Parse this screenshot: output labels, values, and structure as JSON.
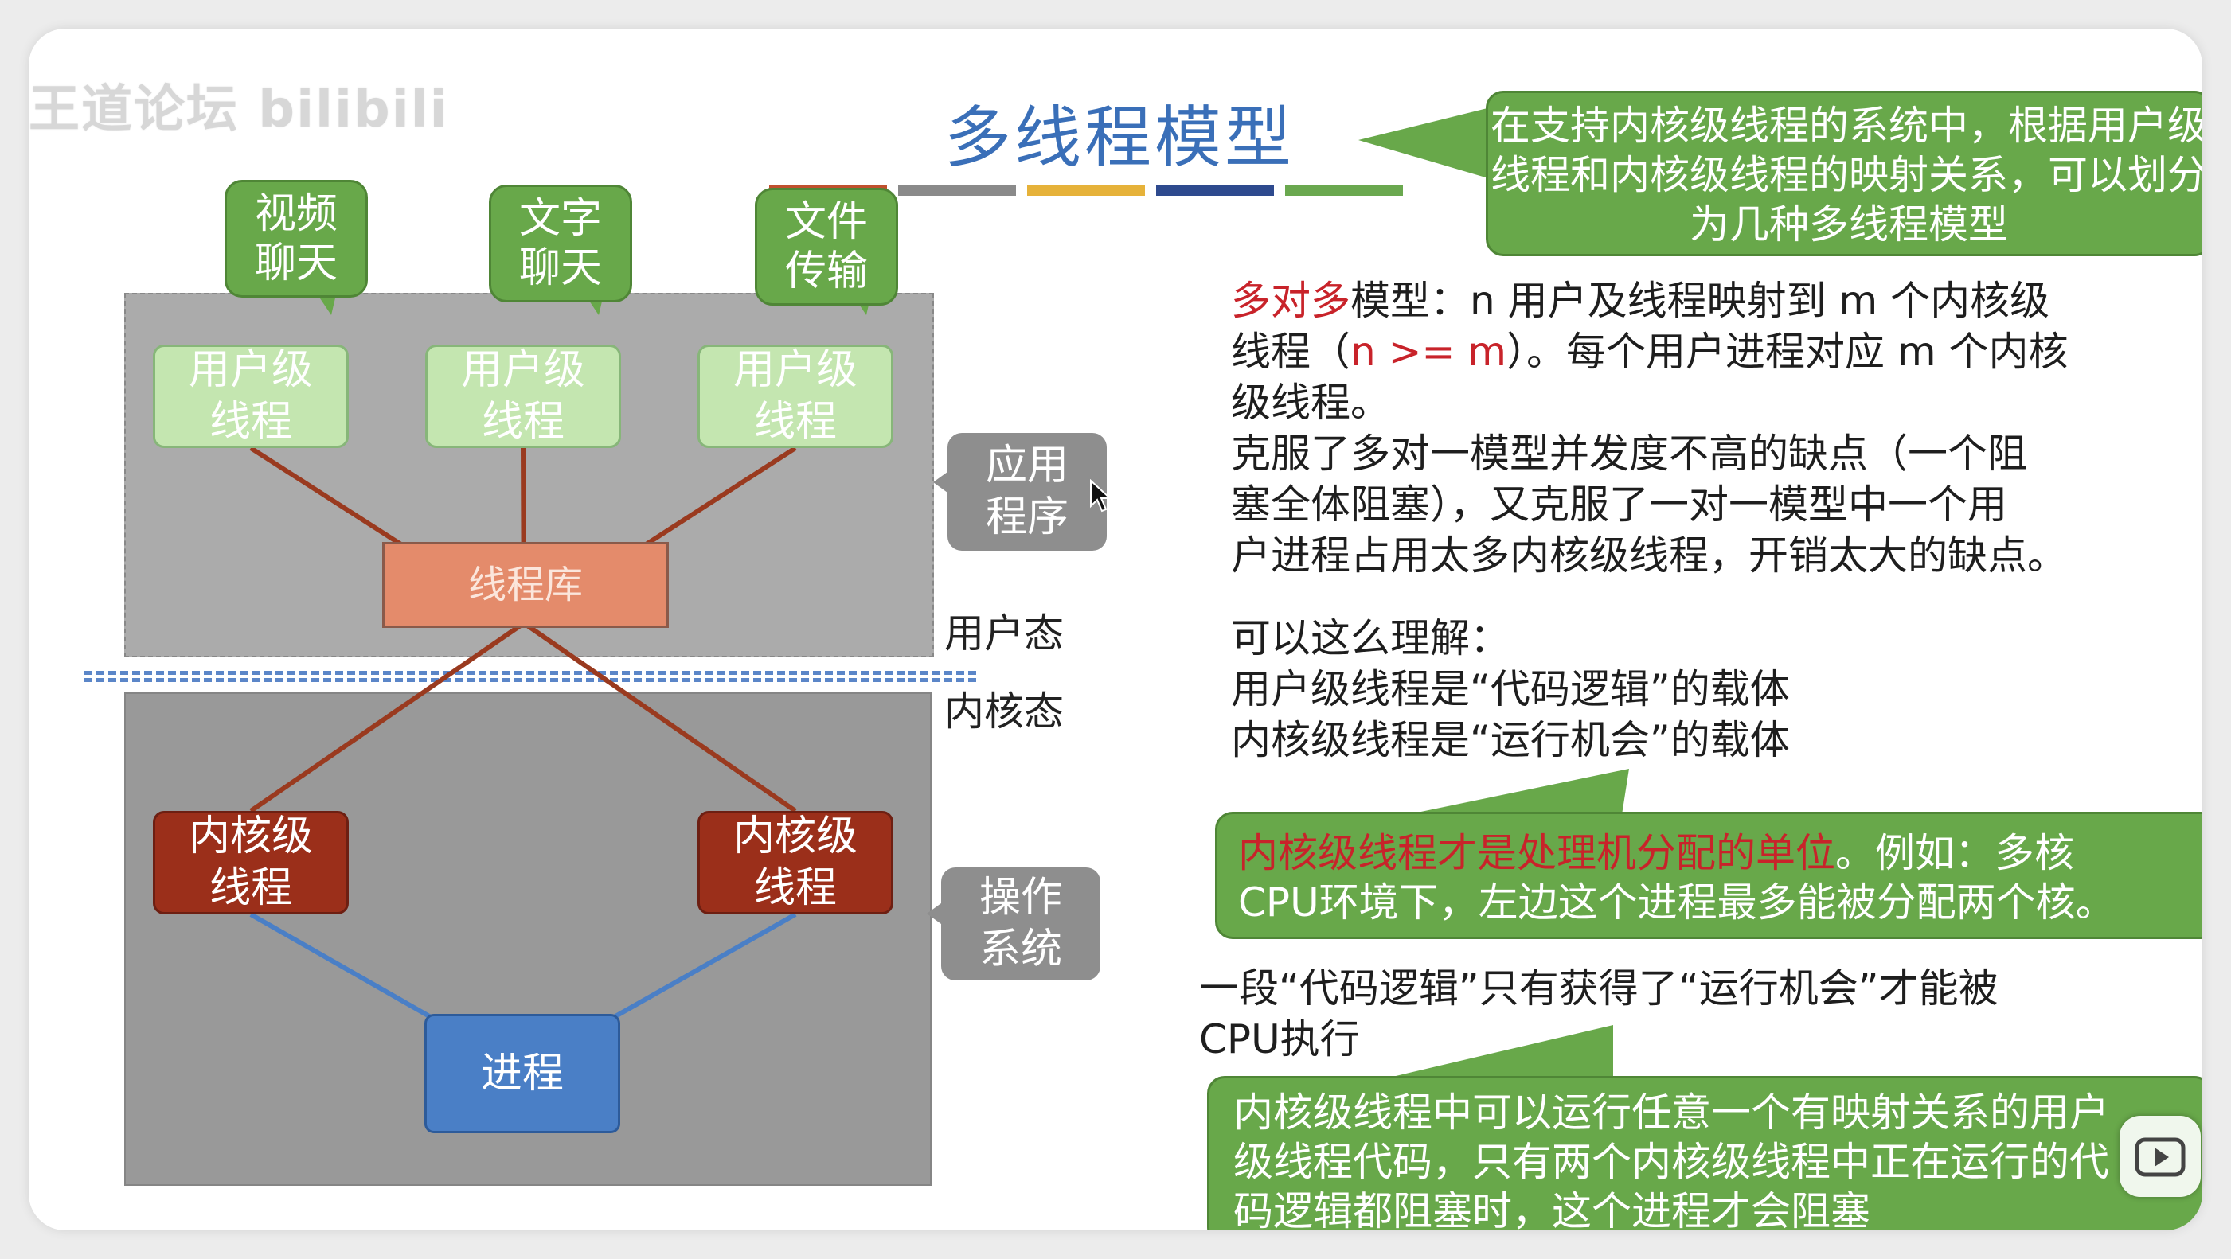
{
  "watermark": "王道论坛 bilibili",
  "title": "多线程模型",
  "colors": {
    "title": "#3a6fb8",
    "green_callout": "#68a84a",
    "user_thread": "#c4e6b0",
    "kernel_thread": "#9b2f1a",
    "process": "#4a7fc6",
    "thread_lib": "#e48b6b",
    "highlight_red": "#c8232a",
    "stripes": [
      "#c0502e",
      "#8a8a8a",
      "#e6b23a",
      "#2e4a8e",
      "#6aa84f"
    ]
  },
  "top_note": "在支持内核级线程的系统中，根据用户级线程和内核级线程的映射关系，可以划分为几种多线程模型",
  "diagram": {
    "apps": [
      "视频\n聊天",
      "文字\n聊天",
      "文件\n传输"
    ],
    "user_threads": [
      "用户级\n线程",
      "用户级\n线程",
      "用户级\n线程"
    ],
    "thread_library": "线程库",
    "app_label": "应用\n程序",
    "user_mode": "用户态",
    "kernel_mode": "内核态",
    "kernel_threads": [
      "内核级\n线程",
      "内核级\n线程"
    ],
    "os_label": "操作\n系统",
    "process": "进程"
  },
  "text": {
    "p1_red": "多对多",
    "p1_line1_rest": "模型：n 用户及线程映射到 m 个内核级",
    "p1_line2_a": "线程（",
    "p1_line2_red": "n >= m",
    "p1_line2_b": "）。每个用户进程对应 m 个内核",
    "p1_line3": "级线程。",
    "p2_line1": "克服了多对一模型并发度不高的缺点（一个阻",
    "p2_line2": "塞全体阻塞），又克服了一对一模型中一个用",
    "p2_line3": "户进程占用太多内核级线程，开销太大的缺点。",
    "p3_line1": "可以这么理解：",
    "p3_line2": "用户级线程是“代码逻辑”的载体",
    "p3_line3": "内核级线程是“运行机会”的载体",
    "note_mid_red": "内核级线程才是处理机分配的单位",
    "note_mid_rest": "。例如：多核",
    "note_mid_line2": "CPU环境下，左边这个进程最多能被分配两个核。",
    "p4_line1": "一段“代码逻辑”只有获得了“运行机会”才能被",
    "p4_line2": "CPU执行",
    "note_bot_line1": "内核级线程中可以运行任意一个有映射关系的用户",
    "note_bot_line2": "级线程代码，只有两个内核级线程中正在运行的代",
    "note_bot_line3": "码逻辑都阻塞时，这个进程才会阻塞"
  },
  "icons": {
    "play": "play-icon",
    "cursor": "cursor-icon"
  }
}
